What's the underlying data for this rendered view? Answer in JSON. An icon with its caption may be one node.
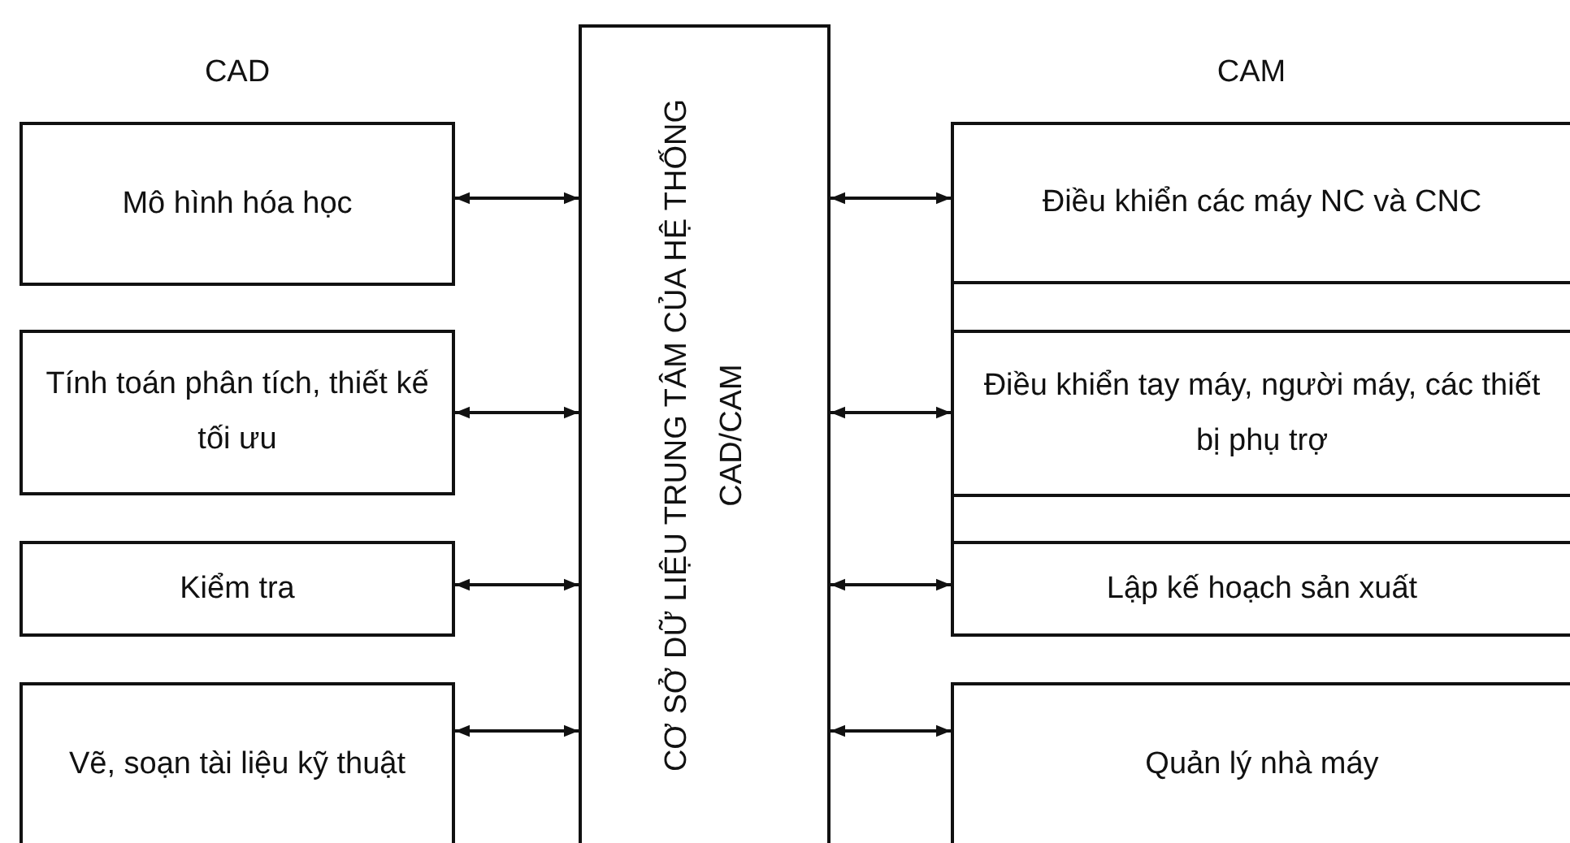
{
  "diagram": {
    "nodes": [
      {
        "text": [
          "Mô hình hóa học"
        ]
      },
      {
        "text": [
          "Tính toán phân tích, thiết kế tối ưu"
        ]
      },
      {
        "text": [
          "Kiểm tra"
        ]
      },
      {
        "text": [
          "Vẽ, soạn tài liệu kỹ thuật"
        ]
      },
      {
        "text": [
          "CƠ SỞ DỮ LIỆU TRUNG TÂM CỦA HỆ THỐNG CAD/CAM"
        ]
      },
      {
        "text": [
          "Điều khiển các máy NC và CNC"
        ]
      },
      {
        "text": [
          "Điều khiển tay máy, người máy, các thiết bị phụ trợ"
        ]
      },
      {
        "text": [
          "Lập kế hoạch sản xuất"
        ]
      },
      {
        "text": [
          "Quản lý nhà máy"
        ]
      }
    ],
    "edges": [
      {
        "from": 0,
        "to": 4,
        "arrow": "both"
      },
      {
        "from": 1,
        "to": 4,
        "arrow": "both"
      },
      {
        "from": 2,
        "to": 4,
        "arrow": "both"
      },
      {
        "from": 3,
        "to": 4,
        "arrow": "both"
      },
      {
        "from": 4,
        "to": 5,
        "arrow": "both"
      },
      {
        "from": 4,
        "to": 6,
        "arrow": "both"
      },
      {
        "from": 4,
        "to": 7,
        "arrow": "both"
      },
      {
        "from": 4,
        "to": 8,
        "arrow": "both"
      }
    ],
    "labels": [
      "CAD",
      "CAM"
    ]
  }
}
